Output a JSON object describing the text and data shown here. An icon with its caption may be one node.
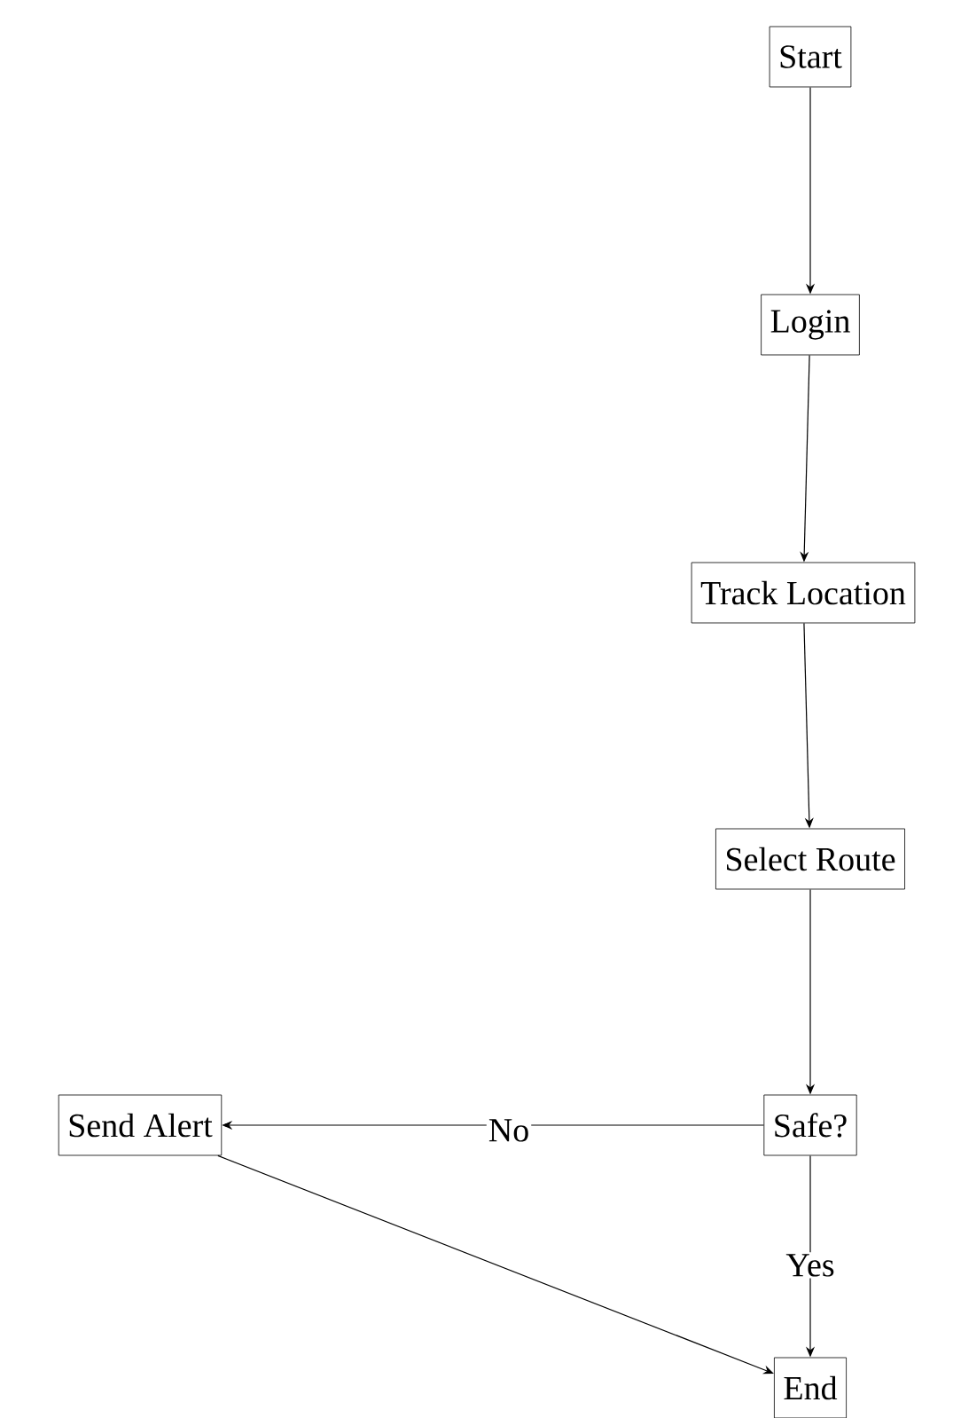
{
  "diagram": {
    "nodes": [
      {
        "text": [
          "Start"
        ]
      },
      {
        "text": [
          "Login"
        ]
      },
      {
        "text": [
          "Track Location"
        ]
      },
      {
        "text": [
          "Select Route"
        ]
      },
      {
        "text": [
          "Safe?"
        ]
      },
      {
        "text": [
          "Send Alert"
        ]
      },
      {
        "text": [
          "End"
        ]
      }
    ],
    "edges": [
      {
        "from": 0,
        "to": 1,
        "arrow": "to"
      },
      {
        "from": 1,
        "to": 2,
        "arrow": "to"
      },
      {
        "from": 2,
        "to": 3,
        "arrow": "to"
      },
      {
        "from": 3,
        "to": 4,
        "arrow": "to"
      },
      {
        "from": 4,
        "to": 5,
        "arrow": "to",
        "label": "No"
      },
      {
        "from": 4,
        "to": 6,
        "arrow": "to",
        "label": "Yes"
      },
      {
        "from": 5,
        "to": 6,
        "arrow": "to"
      }
    ]
  }
}
